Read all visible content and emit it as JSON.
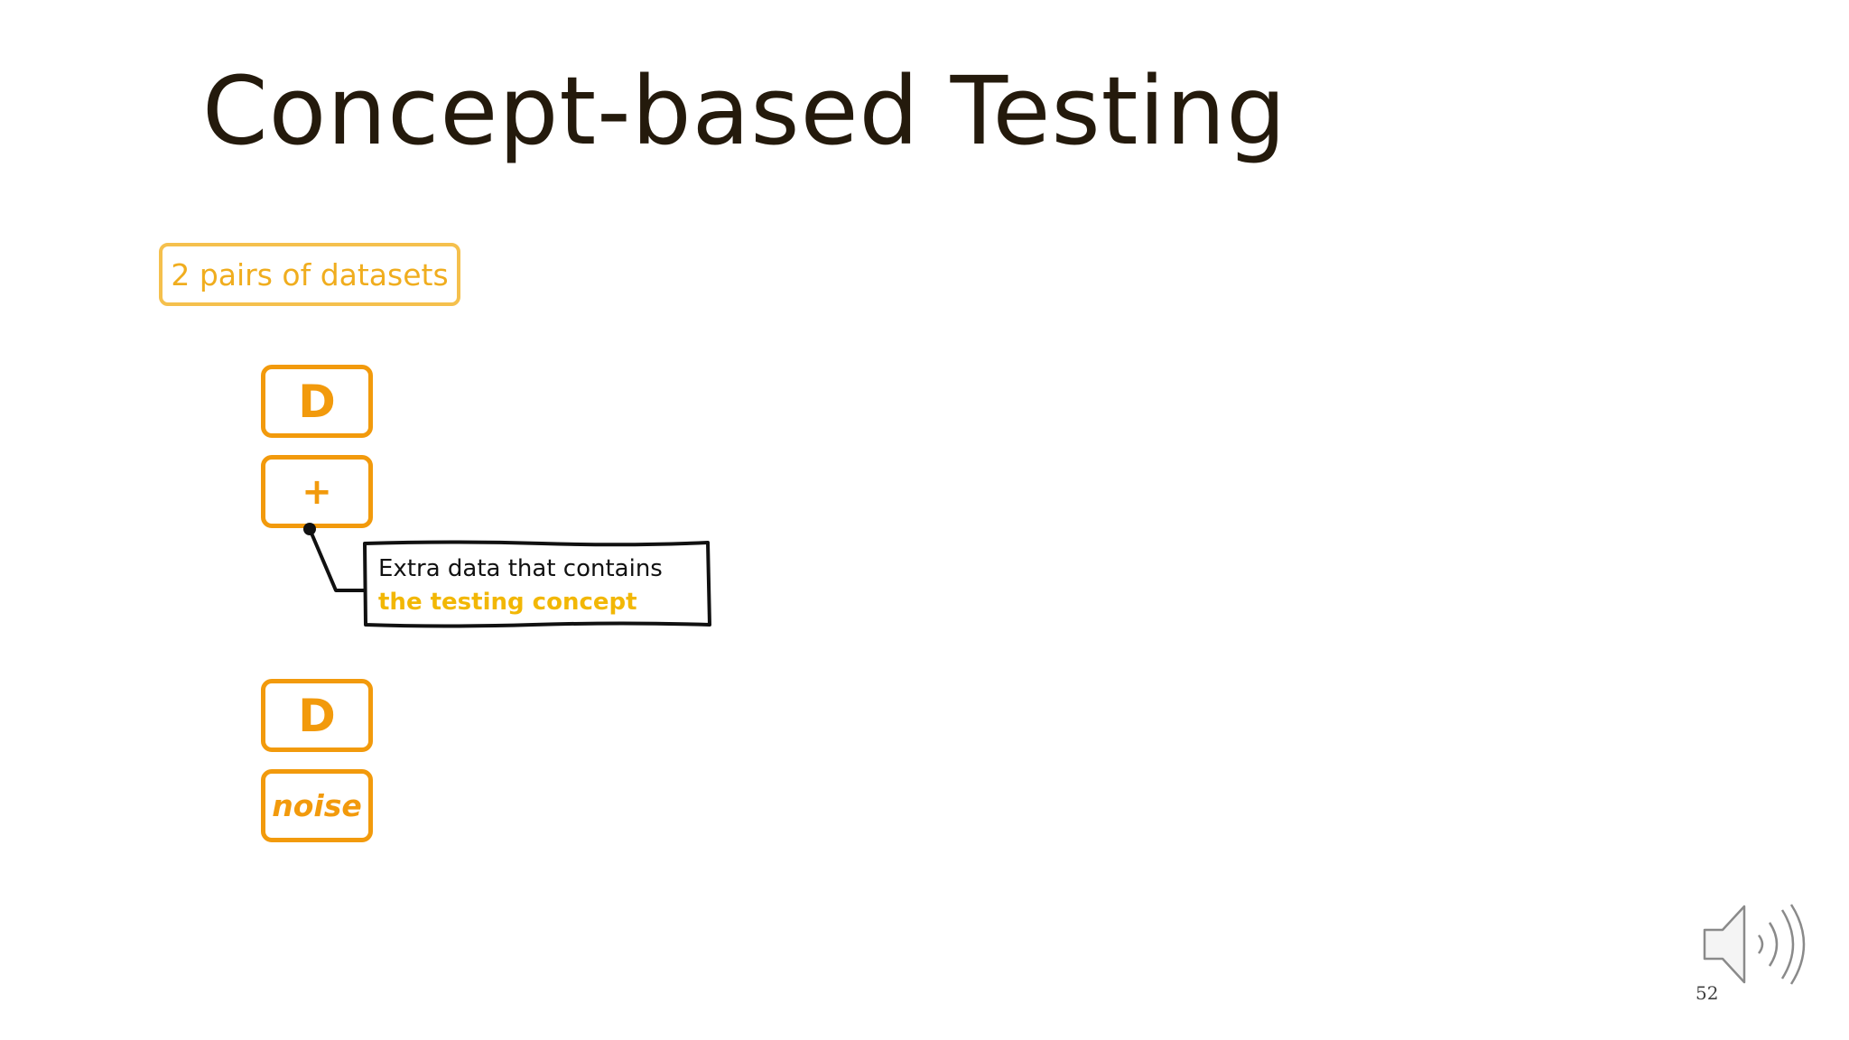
{
  "slide": {
    "title": "Concept-based Testing",
    "pairs_label": "2 pairs of datasets",
    "pair1": {
      "top_label": "D",
      "bottom_label": "+"
    },
    "callout": {
      "line1": "Extra data that contains",
      "line2": "the testing concept"
    },
    "pair2": {
      "top_label": "D",
      "bottom_label": "noise"
    },
    "page_number": "52"
  },
  "colors": {
    "title": "#241a0c",
    "pairs_border": "#f5c04d",
    "pairs_text": "#f0ad1e",
    "box_orange": "#f29a0c",
    "highlight": "#f2b705"
  },
  "icons": {
    "audio": "speaker-icon"
  }
}
